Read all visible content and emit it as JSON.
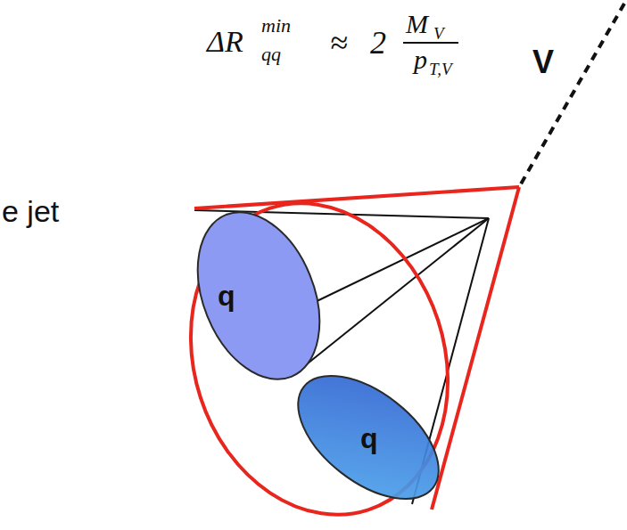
{
  "diagram": {
    "nodes": [
      {
        "text": [
          "q"
        ]
      },
      {
        "text": [
          "q"
        ]
      }
    ],
    "labels": [
      "ΔR",
      "min",
      "qq",
      "≈",
      "2",
      "M",
      "V",
      "p",
      "T,V",
      "V",
      "e jet"
    ]
  }
}
